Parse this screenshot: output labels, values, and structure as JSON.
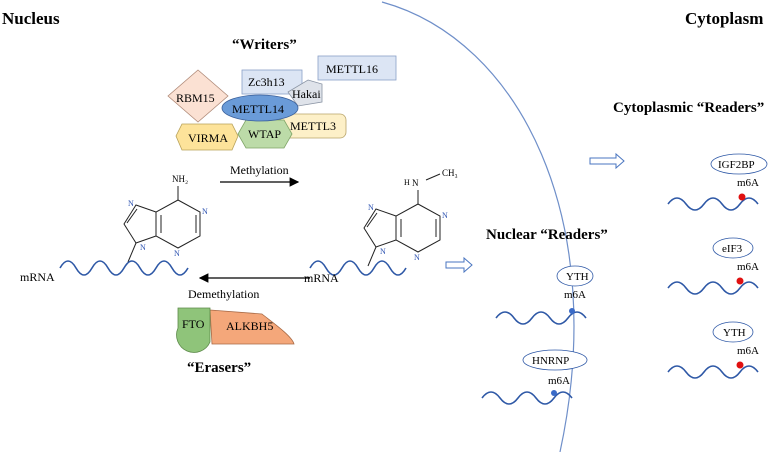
{
  "headings": {
    "nucleus": "Nucleus",
    "cytoplasm": "Cytoplasm",
    "writers": "“Writers”",
    "erasers": "“Erasers”",
    "nuclear_readers": "Nuclear “Readers”",
    "cytoplasmic_readers": "Cytoplasmic “Readers”"
  },
  "writers": {
    "rbm15": "RBM15",
    "zc3h13": "Zc3h13",
    "mettl16": "METTL16",
    "hakai": "Hakai",
    "mettl14": "METTL14",
    "mettl3": "METTL3",
    "virma": "VIRMA",
    "wtap": "WTAP"
  },
  "erasers": {
    "fto": "FTO",
    "alkbh5": "ALKBH5"
  },
  "reactions": {
    "methylation": "Methylation",
    "demethylation": "Demethylation"
  },
  "molecules": {
    "mrna_left": "mRNA",
    "mrna_right": "mRNA",
    "nh2": "NH₂",
    "nh_ch3_h": "H",
    "nh_ch3_n": "N",
    "ch3": "CH₃",
    "ring_n": "N"
  },
  "nuclear_readers": [
    {
      "name": "YTH",
      "mark": "m6A"
    },
    {
      "name": "HNRNP",
      "mark": "m6A"
    }
  ],
  "cytoplasmic_readers": [
    {
      "name": "IGF2BP",
      "mark": "m6A"
    },
    {
      "name": "eIF3",
      "mark": "m6A"
    },
    {
      "name": "YTH",
      "mark": "m6A"
    }
  ],
  "colors": {
    "rna_line": "#2e58a6",
    "nuclear_dot": "#3a6bc8",
    "cyto_dot": "#e01010",
    "membrane": "#6f8fc9",
    "rbm15": "#fbe1d3",
    "zc3h13": "#dce5f4",
    "mettl16": "#dce5f4",
    "hakai": "#dfe3ea",
    "mettl14": "#6a9bd8",
    "mettl3": "#fdf0c8",
    "virma": "#fde39a",
    "wtap": "#bcdba8",
    "fto": "#8fc47a",
    "alkbh5": "#f4a77a"
  }
}
